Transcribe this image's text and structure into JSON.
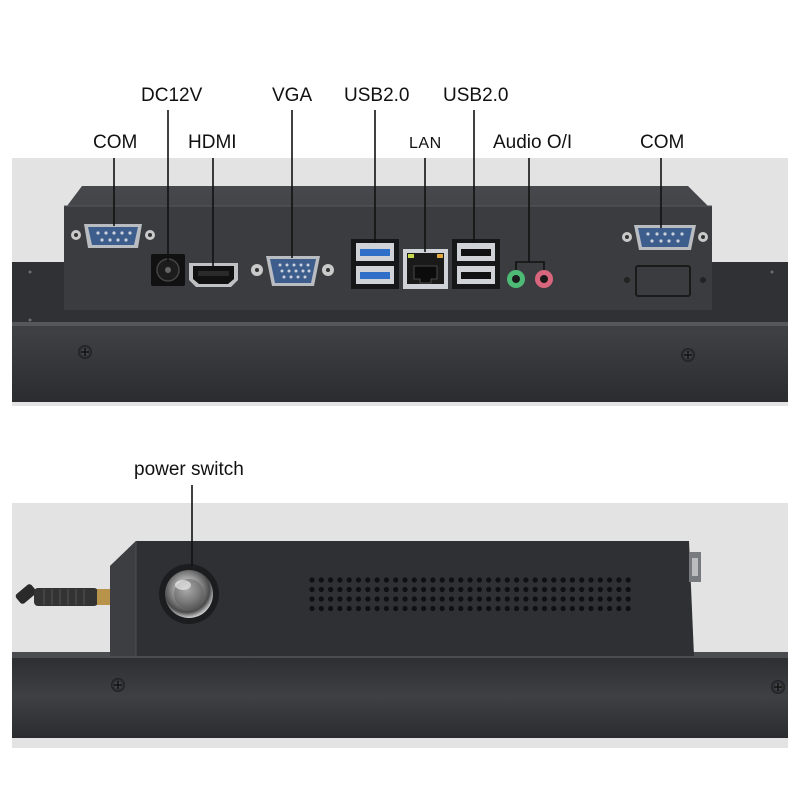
{
  "labels": {
    "com_left": "COM",
    "dc12v": "DC12V",
    "hdmi": "HDMI",
    "vga": "VGA",
    "usb_a": "USB2.0",
    "lan": "LAN",
    "usb_b": "USB2.0",
    "audio": "Audio O/I",
    "com_right": "COM",
    "power_switch": "power switch"
  },
  "colors": {
    "panel_background": "#e4e4e4",
    "chassis": "#3b3d40",
    "bezel": "#3a3c40",
    "usb3_port": "#2f6fc7",
    "audio_out": "#4dbb76",
    "audio_in": "#d9667d",
    "serial_port": "#3d5e8c"
  }
}
